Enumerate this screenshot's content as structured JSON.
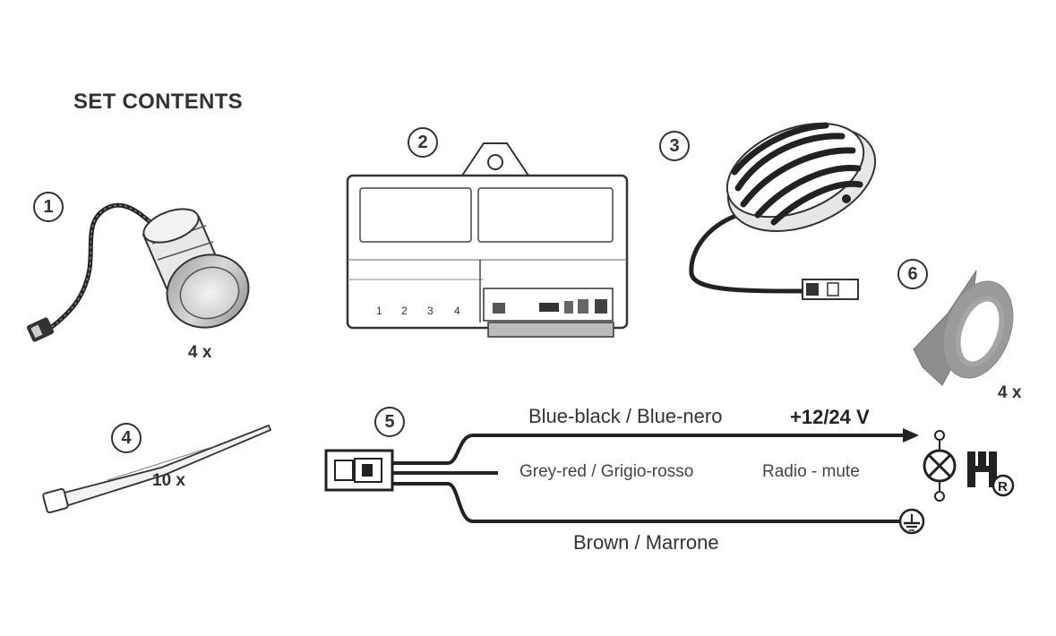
{
  "title": "SET CONTENTS",
  "items": [
    {
      "number": "1",
      "quantity": "4 x"
    },
    {
      "number": "2"
    },
    {
      "number": "3"
    },
    {
      "number": "4",
      "quantity": "10 x"
    },
    {
      "number": "5"
    },
    {
      "number": "6",
      "quantity": "4 x"
    }
  ],
  "control_unit": {
    "port_labels": [
      "1",
      "2",
      "3",
      "4"
    ]
  },
  "wires": {
    "blue_black": "Blue-black / Blue-nero",
    "voltage": "+12/24 V",
    "grey_red": "Grey-red / Grigio-rosso",
    "radio_mute": "Radio - mute",
    "brown": "Brown / Marrone"
  },
  "symbols": {
    "lamp": "lamp-icon",
    "reverse_gear": "reverse-gear-icon",
    "ground": "ground-icon"
  }
}
